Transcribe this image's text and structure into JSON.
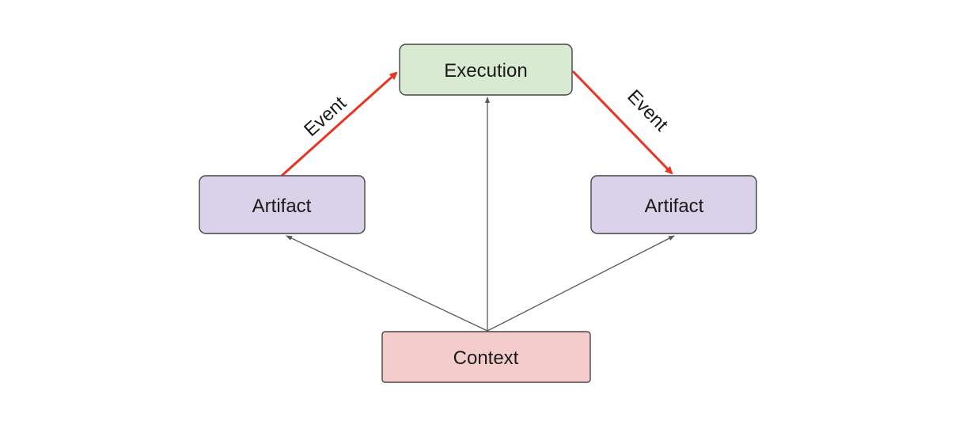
{
  "nodes": {
    "execution": {
      "label": "Execution",
      "fill": "#d9ead3"
    },
    "artifact_left": {
      "label": "Artifact",
      "fill": "#d9d2e9"
    },
    "artifact_right": {
      "label": "Artifact",
      "fill": "#d9d2e9"
    },
    "context": {
      "label": "Context",
      "fill": "#f4cccc"
    }
  },
  "edges": {
    "event_in": {
      "label": "Event",
      "color": "#ea3323"
    },
    "event_out": {
      "label": "Event",
      "color": "#ea3323"
    },
    "context_link_color": "#595959"
  },
  "node_border_color": "#444444"
}
